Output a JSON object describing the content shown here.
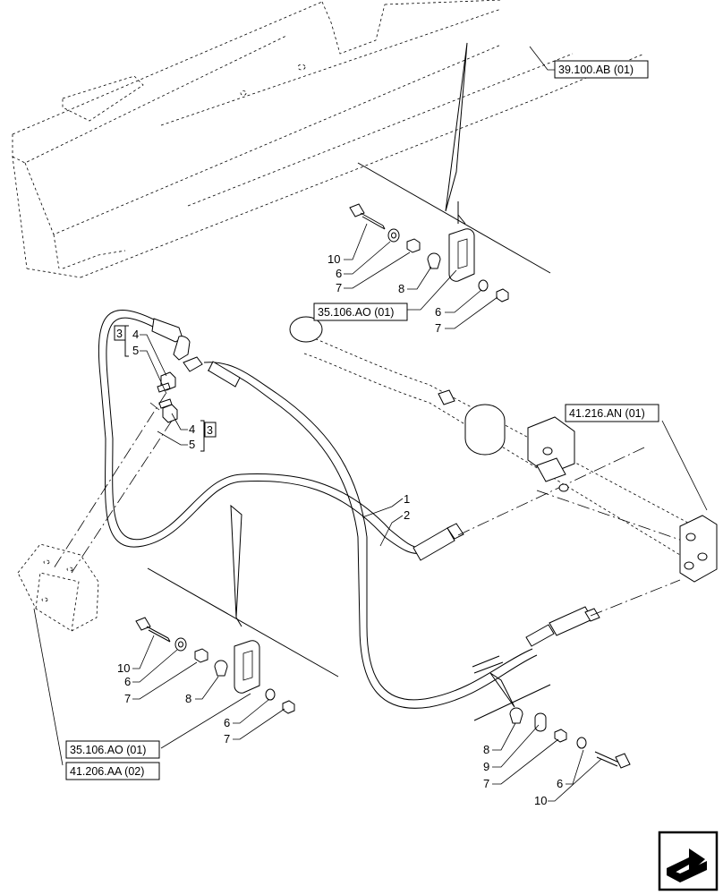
{
  "references": {
    "r1": "39.100.AB (01)",
    "r2": "35.106.AO (01)",
    "r3": "41.216.AN (01)",
    "r4": "35.106.AO (01)",
    "r5": "41.206.AA (02)"
  },
  "callouts": {
    "c1": "1",
    "c2": "2",
    "c3": "3",
    "c4": "4",
    "c5": "5",
    "c6": "6",
    "c7": "7",
    "c8": "8",
    "c9": "9",
    "c10": "10"
  },
  "icons": {
    "navigation": "next-page-arrow-icon"
  }
}
